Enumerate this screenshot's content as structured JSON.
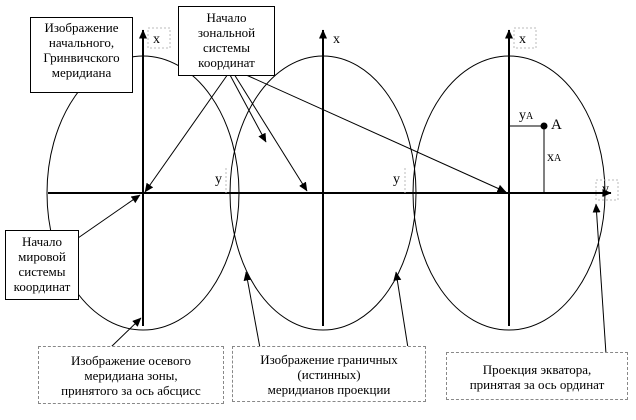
{
  "callouts": {
    "initial_meridian": [
      "Изображение",
      "начального,",
      "Гринвичского",
      "меридиана"
    ],
    "zone_origin": [
      "Начало",
      "зональной",
      "системы",
      "координат"
    ],
    "world_origin": [
      "Начало",
      "мировой",
      "системы",
      "координат"
    ],
    "axial_meridian": [
      "Изображение осевого",
      "меридиана зоны,",
      "принятого  за ось абсцисс"
    ],
    "boundary_meridians": [
      "Изображение граничных",
      "(истинных)",
      "меридианов проекции"
    ],
    "equator_projection": [
      "Проекция экватора,",
      "принятая за ось ординат"
    ]
  },
  "axes": {
    "x_label": "x",
    "y_label": "y"
  },
  "point": {
    "name": "A",
    "y_coord": "y",
    "x_coord": "x",
    "subscript": "A"
  }
}
